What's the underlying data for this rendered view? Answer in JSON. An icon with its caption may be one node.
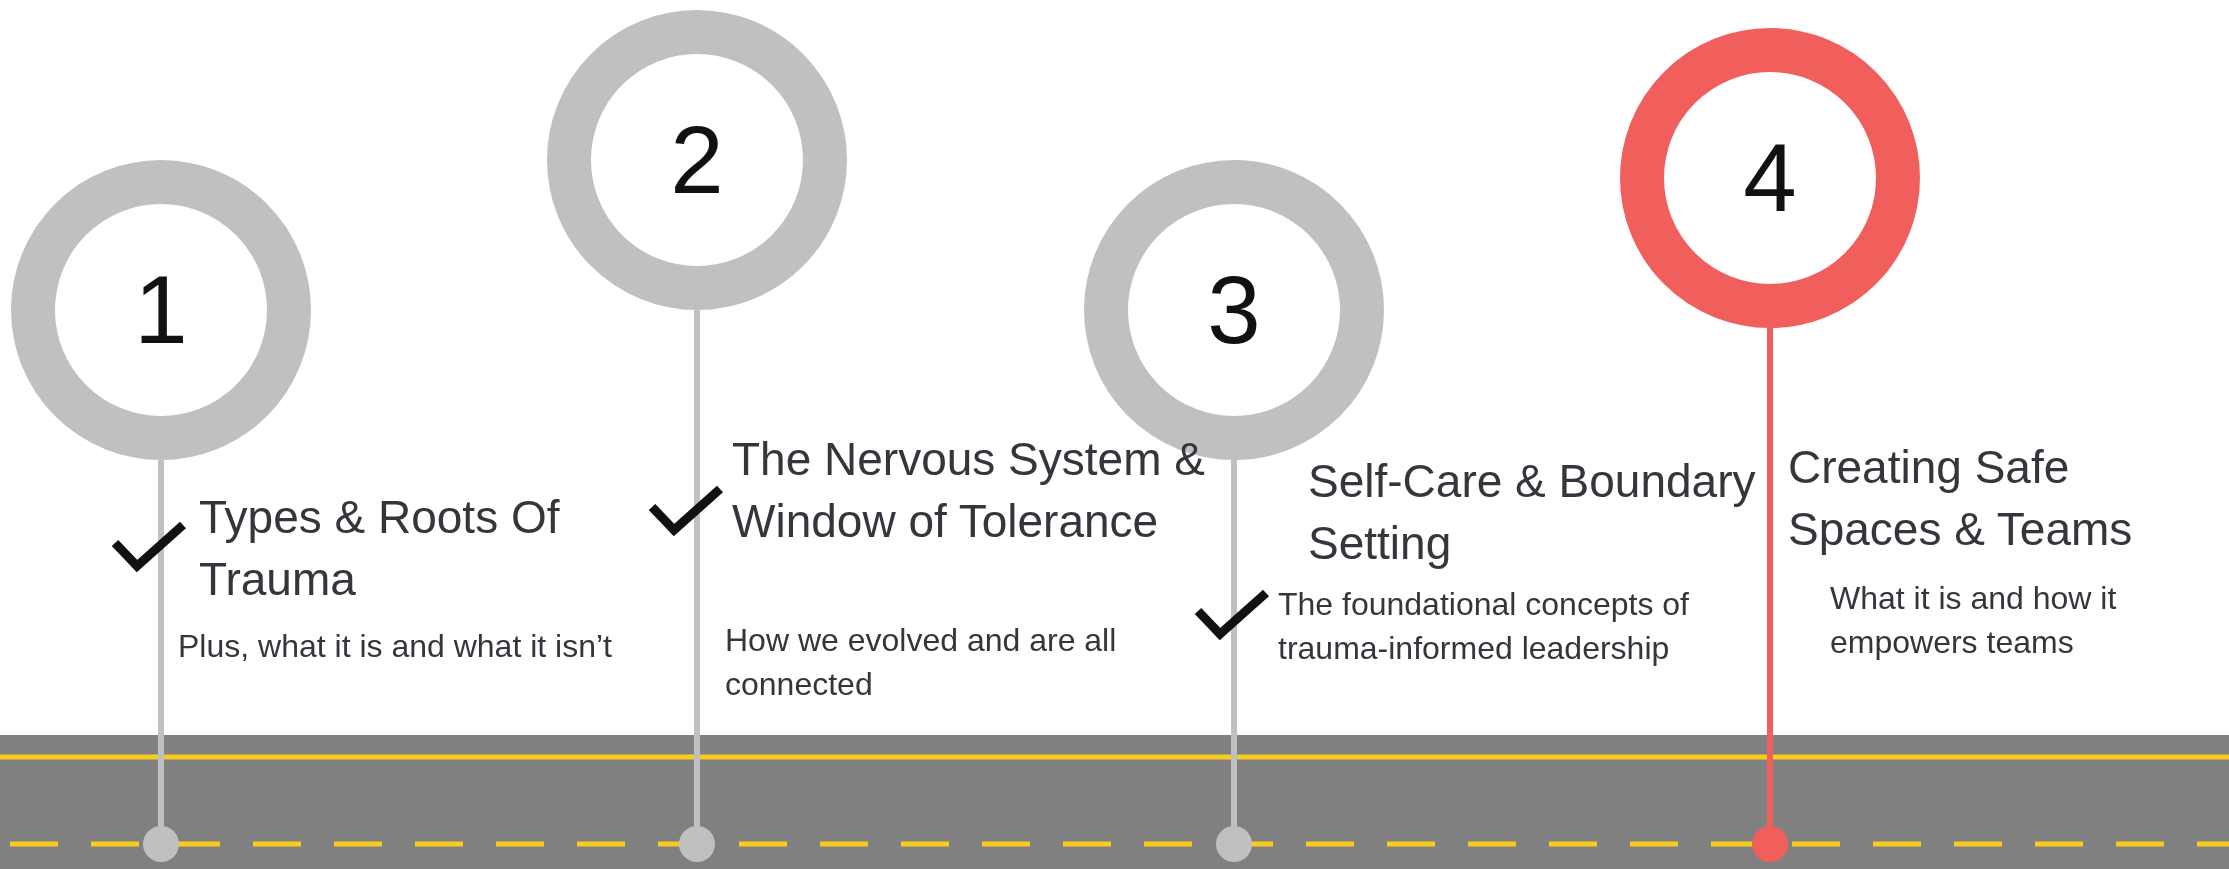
{
  "diagram": {
    "nodes": [
      {
        "text": [
          "1"
        ]
      },
      {
        "text": [
          "2"
        ]
      },
      {
        "text": [
          "3"
        ]
      },
      {
        "text": [
          "4"
        ]
      },
      {
        "text": [],
        "shape": "circle"
      },
      {
        "text": [],
        "shape": "circle"
      },
      {
        "text": [],
        "shape": "circle"
      },
      {
        "text": [],
        "shape": "circle"
      }
    ],
    "edges": [
      {
        "from": 0,
        "to": 4,
        "arrow": "none"
      },
      {
        "from": 1,
        "to": 5,
        "arrow": "none"
      },
      {
        "from": 2,
        "to": 6,
        "arrow": "none"
      },
      {
        "from": 3,
        "to": 7,
        "arrow": "none",
        "color": "#f05f5c"
      }
    ],
    "labels": [
      "Types & Roots Of Trauma",
      "Plus, what it is and what it isn’t",
      "The Nervous System & Window of Tolerance",
      "How we evolved and are all connected",
      "Self-Care & Boundary Setting",
      "The foundational concepts of trauma-informed leadership",
      "Creating Safe Spaces & Teams",
      "What it is and how it empowers teams"
    ]
  }
}
